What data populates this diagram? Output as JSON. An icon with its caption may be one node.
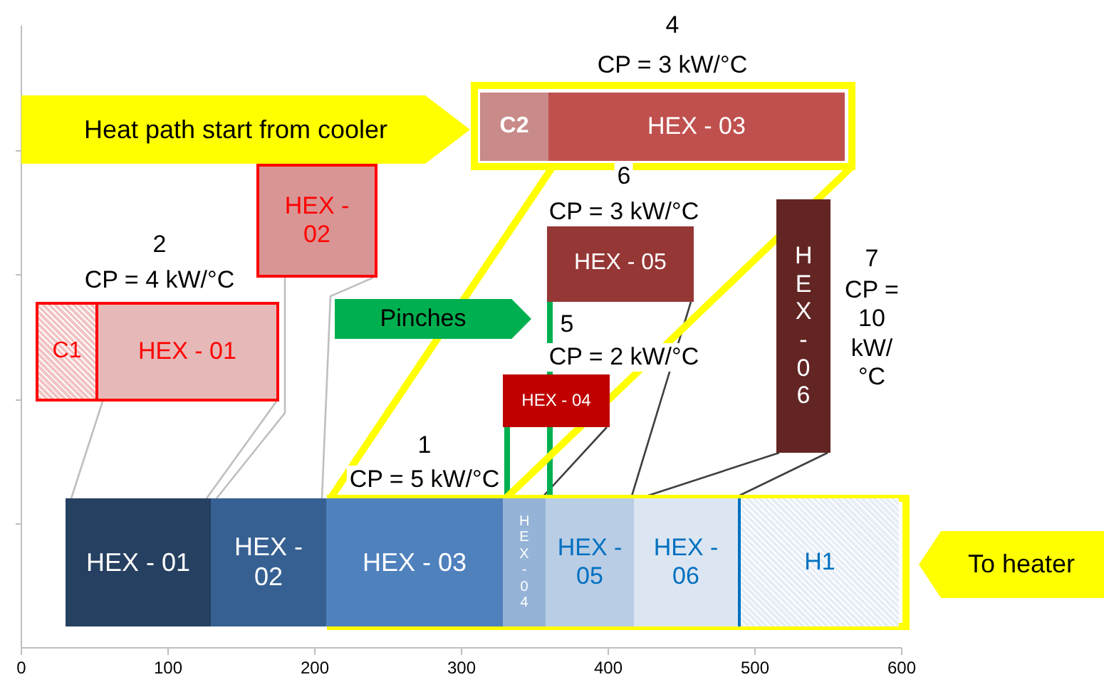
{
  "diagram": {
    "nodes": [
      {
        "text": [
          "Heat path start from cooler"
        ]
      },
      {
        "text": [
          "C2"
        ]
      },
      {
        "text": [
          "HEX - 03"
        ]
      },
      {
        "text": [
          "HEX - 02"
        ]
      },
      {
        "text": [
          "C1"
        ]
      },
      {
        "text": [
          "HEX - 01"
        ]
      },
      {
        "text": [
          "HEX - 05"
        ]
      },
      {
        "text": [
          "Pinches"
        ]
      },
      {
        "text": [
          "HEX - 04"
        ]
      },
      {
        "text": [
          "HEX - 06"
        ],
        "beside": [
          "7",
          "CP = 10 kW/°C"
        ]
      },
      {
        "text": [
          "HEX - 01"
        ]
      },
      {
        "text": [
          "HEX - 02"
        ]
      },
      {
        "text": [
          "HEX - 03"
        ]
      },
      {
        "text": [
          "HEX - 04"
        ]
      },
      {
        "text": [
          "HEX - 05"
        ]
      },
      {
        "text": [
          "HEX - 06"
        ]
      },
      {
        "text": [
          "H1"
        ]
      },
      {
        "text": [
          "To heater"
        ]
      }
    ],
    "edges": [
      {
        "from": 5,
        "to": 10,
        "arrow": "none",
        "color": "#bfbfbf"
      },
      {
        "from": 5,
        "to": 10,
        "arrow": "none",
        "color": "#bfbfbf"
      },
      {
        "from": 3,
        "to": 11,
        "arrow": "none",
        "color": "#bfbfbf"
      },
      {
        "from": 3,
        "to": 11,
        "arrow": "none",
        "color": "#bfbfbf"
      },
      {
        "from": 8,
        "to": 13,
        "arrow": "none",
        "color": "#404040"
      },
      {
        "from": 6,
        "to": 14,
        "arrow": "none",
        "color": "#404040"
      },
      {
        "from": 9,
        "to": 15,
        "arrow": "none",
        "color": "#404040"
      },
      {
        "from": 9,
        "to": 15,
        "arrow": "none",
        "color": "#404040"
      },
      {
        "from": 6,
        "to": 8,
        "arrow": "none",
        "style": "thick",
        "color": "#00b050"
      },
      {
        "from": 8,
        "to": 13,
        "arrow": "none",
        "style": "thick",
        "color": "#00b050"
      },
      {
        "from": 8,
        "to": 14,
        "arrow": "none",
        "style": "thick",
        "color": "#00b050"
      }
    ],
    "labels": [
      "4",
      "CP = 3 kW/°C",
      "6",
      "CP = 3 kW/°C",
      "2",
      "CP = 4 kW/°C",
      "5",
      "CP = 2 kW/°C",
      "1",
      "CP = 5 kW/°C",
      "0",
      "100",
      "200",
      "300",
      "400",
      "500",
      "600"
    ]
  }
}
